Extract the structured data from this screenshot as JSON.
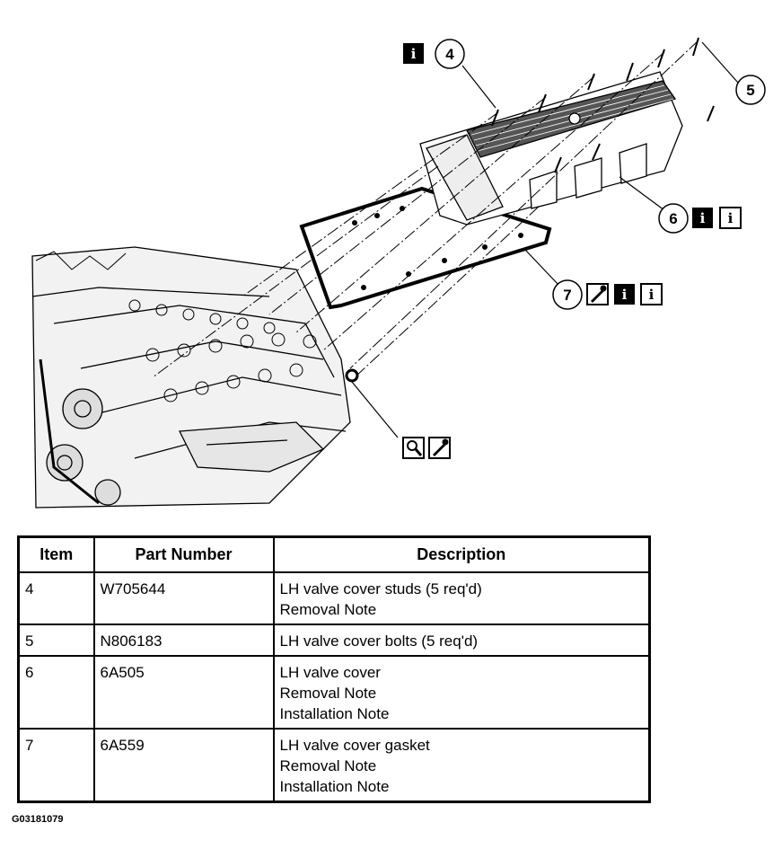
{
  "callouts": {
    "c4": "4",
    "c5": "5",
    "c6": "6",
    "c7": "7"
  },
  "icons": {
    "info_filled": "info-filled-icon",
    "info_outline": "info-outline-icon",
    "torque_wrench": "torque-wrench-icon",
    "inspect_magnifier": "magnifier-icon",
    "info_glyph": "i"
  },
  "table": {
    "headers": [
      "Item",
      "Part Number",
      "Description"
    ],
    "rows": [
      {
        "item": "4",
        "part": "W705644",
        "desc": [
          "LH valve cover studs (5 req'd)",
          "Removal Note"
        ]
      },
      {
        "item": "5",
        "part": "N806183",
        "desc": [
          "LH valve cover bolts (5 req'd)"
        ]
      },
      {
        "item": "6",
        "part": "6A505",
        "desc": [
          "LH valve cover",
          "Removal Note",
          "Installation Note"
        ]
      },
      {
        "item": "7",
        "part": "6A559",
        "desc": [
          "LH valve cover gasket",
          "Removal Note",
          "Installation Note"
        ]
      }
    ]
  },
  "figure_code": "G03181079"
}
